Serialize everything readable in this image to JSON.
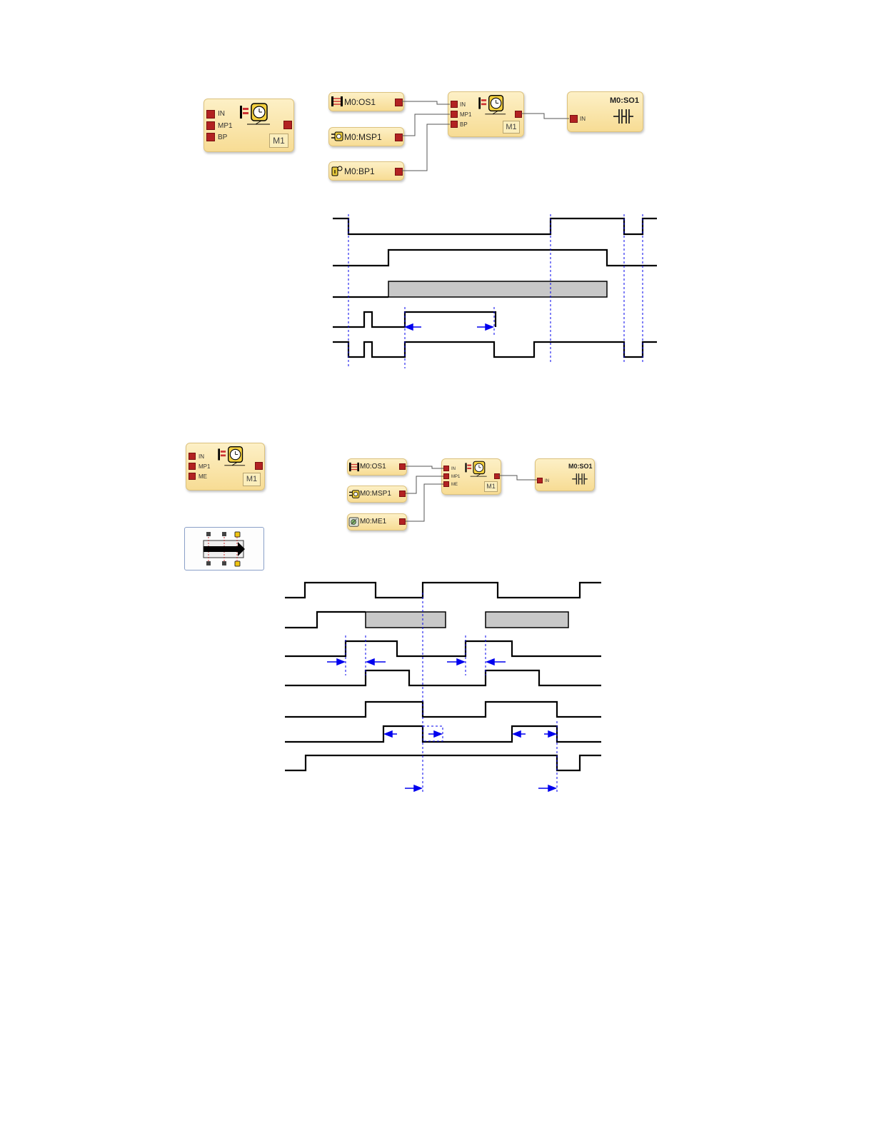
{
  "diagram1": {
    "block_ports": [
      "IN",
      "MP1",
      "BP"
    ],
    "block_tag": "M1",
    "inputs": [
      "M0:OS1",
      "M0:MSP1",
      "M0:BP1"
    ],
    "center_ports": [
      "IN",
      "MP1",
      "BP"
    ],
    "center_tag": "M1",
    "output_title": "M0:SO1",
    "output_port": "IN"
  },
  "diagram2": {
    "block_ports": [
      "IN",
      "MP1",
      "ME"
    ],
    "block_tag": "M1",
    "inputs": [
      "M0:OS1",
      "M0:MSP1",
      "M0:ME1"
    ],
    "center_ports": [
      "IN",
      "MP1",
      "ME"
    ],
    "center_tag": "M1",
    "output_title": "M0:SO1",
    "output_port": "IN"
  },
  "colors": {
    "block_fill": "#f9e4a6",
    "port": "#b22222",
    "signal": "#000000",
    "active_region": "#c8c8c8",
    "marker": "#0000ee"
  }
}
